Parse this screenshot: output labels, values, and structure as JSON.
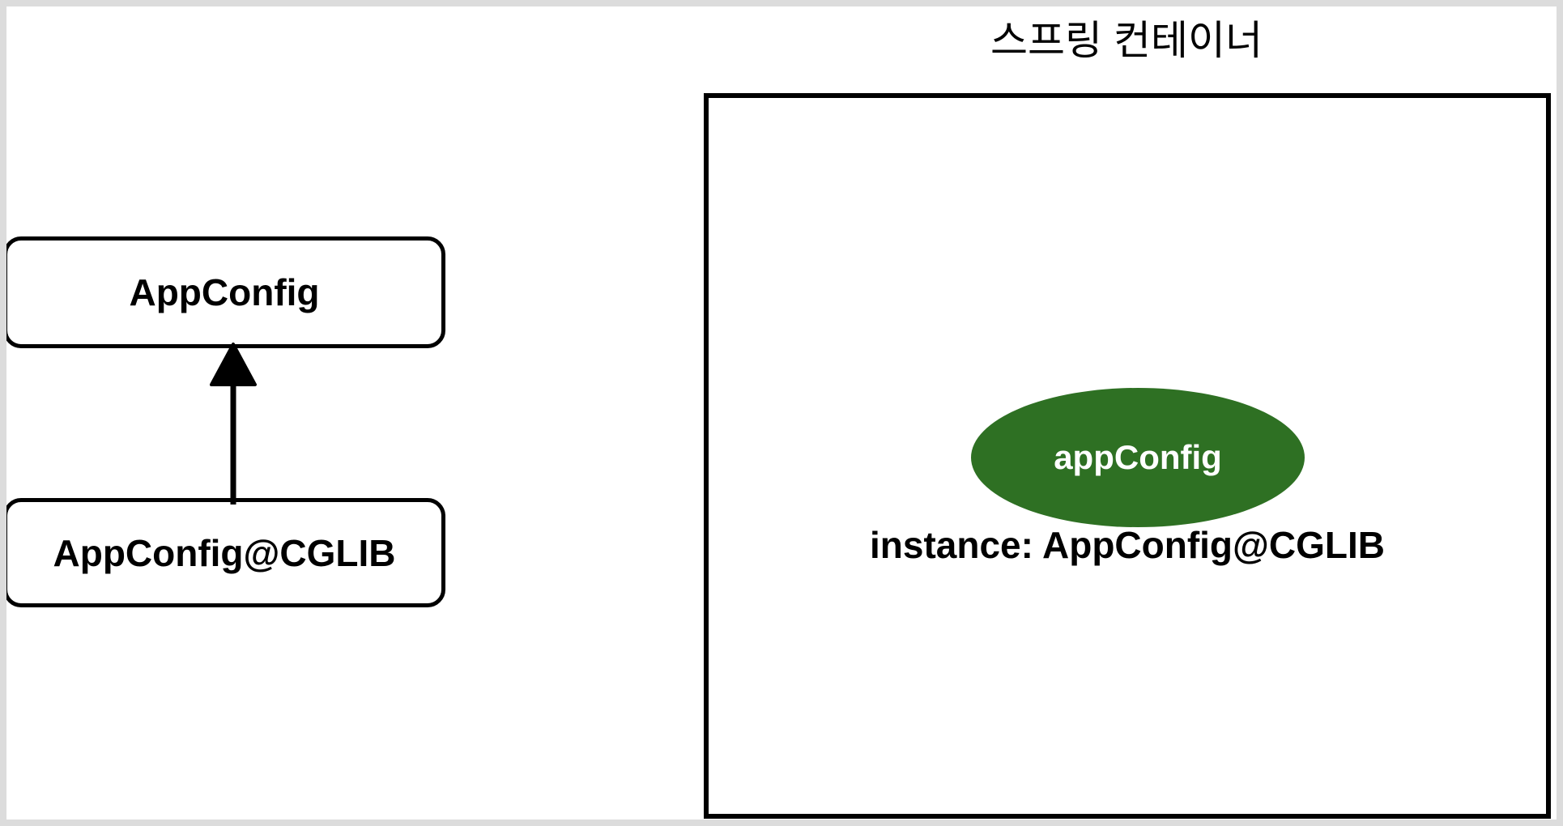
{
  "diagram": {
    "type": "spring-container-cglib-proxy-diagram",
    "background_color": "#ffffff",
    "frame_color": "#dcdcdc",
    "stroke_color": "#000000"
  },
  "left_panel": {
    "boxes": [
      {
        "id": "appconfig",
        "label": "AppConfig",
        "shape": "rounded-rectangle"
      },
      {
        "id": "appconfig-cglib",
        "label": "AppConfig@CGLIB",
        "shape": "rounded-rectangle"
      }
    ],
    "relation": {
      "kind": "inheritance",
      "from": "AppConfig@CGLIB",
      "to": "AppConfig",
      "arrow_icon": "up-arrow-icon"
    }
  },
  "spring_container": {
    "title": "스프링 컨테이너",
    "bean": {
      "name": "appConfig",
      "shape": "ellipse",
      "fill_color": "#2e7023",
      "text_color": "#ffffff"
    },
    "instance_label": "instance: AppConfig@CGLIB"
  }
}
